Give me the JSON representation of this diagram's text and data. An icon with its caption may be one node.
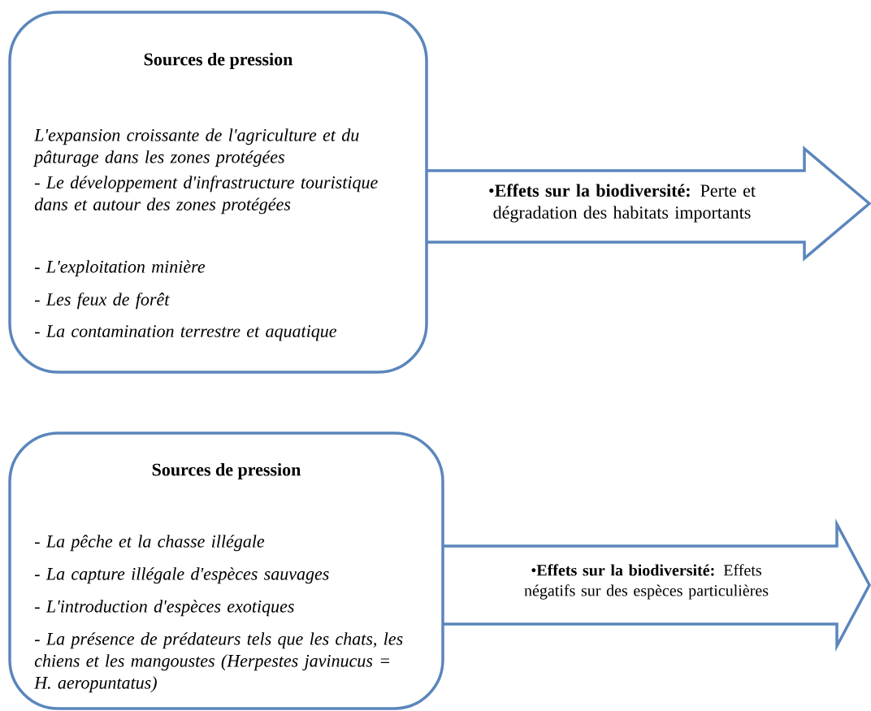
{
  "diagram": {
    "nodes": [
      {
        "text": [
          "Sources de pression",
          "L'expansion croissante de l'agriculture et du pâturage dans les zones protégées",
          "- Le développement d'infrastructure touristique dans et autour des zones protégées",
          "- L'exploitation minière",
          "- Les feux de forêt",
          "- La contamination terrestre et aquatique"
        ]
      },
      {
        "text": [
          "•**Effets sur la biodiversité:** Perte et dégradation des habitats importants"
        ]
      },
      {
        "text": [
          "Sources de pression",
          "- La pêche et la chasse illégale",
          "- La capture illégale d'espèces sauvages",
          "- L'introduction d'espèces exotiques",
          "- La présence de prédateurs tels que les chats, les chiens et les mangoustes (Herpestes javinucus = H. aeropuntatus)"
        ]
      },
      {
        "text": [
          "•**Effets sur la biodiversité:** Effets négatifs sur des espèces particulières"
        ]
      }
    ]
  }
}
